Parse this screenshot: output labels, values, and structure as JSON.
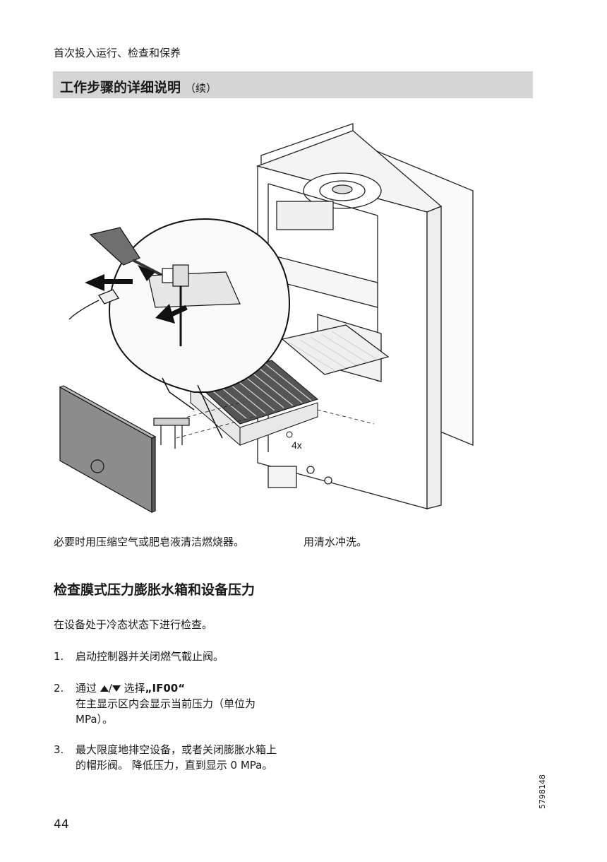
{
  "header": {
    "section": "首次投入运行、检查和保养",
    "title": "工作步骤的详细说明",
    "title_cont": "（续）"
  },
  "figure": {
    "label_4x": "4x"
  },
  "caption": {
    "left": "必要时用压缩空气或肥皂液清洁燃烧器。",
    "right": "用清水冲洗。"
  },
  "section2": {
    "heading": "检查膜式压力膨胀水箱和设备压力",
    "intro": "在设备处于冷态状态下进行检查。"
  },
  "steps": [
    {
      "num": "1.",
      "text": "启动控制器并关闭燃气截止阀。"
    },
    {
      "num": "2.",
      "pre": "通过",
      "slash": "/",
      "post": "选择",
      "code": "„IF00“",
      "text": "在主显示区内会显示当前压力（单位为 MPa）。"
    },
    {
      "num": "3.",
      "text": "最大限度地排空设备，或者关闭膨胀水箱上的帽形阀。 降低压力，直到显示 0 MPa。"
    }
  ],
  "footer": {
    "page_number": "44",
    "doc_code": "5798148"
  }
}
